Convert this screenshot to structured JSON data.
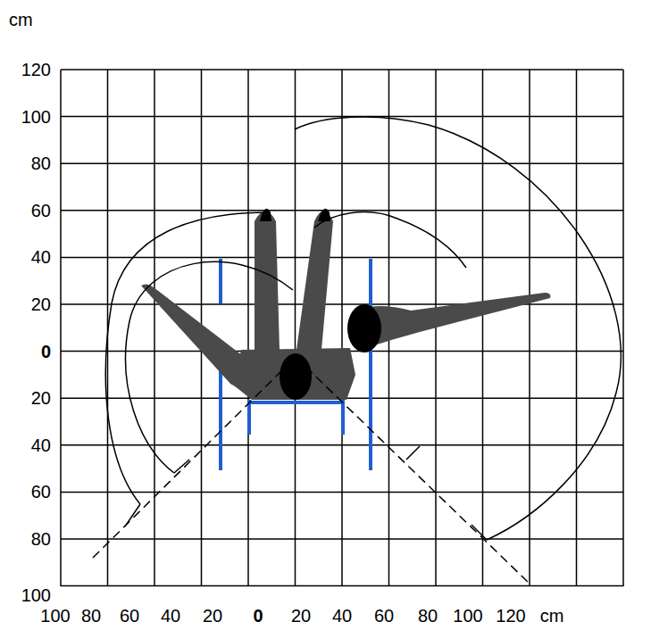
{
  "diagram": {
    "labels": [
      "cm",
      "120",
      "100",
      "80",
      "60",
      "40",
      "20",
      "0",
      "20",
      "40",
      "60",
      "80",
      "100",
      "100",
      "80",
      "60",
      "40",
      "20",
      "0",
      "20",
      "40",
      "60",
      "80",
      "100",
      "120",
      "cm"
    ]
  }
}
